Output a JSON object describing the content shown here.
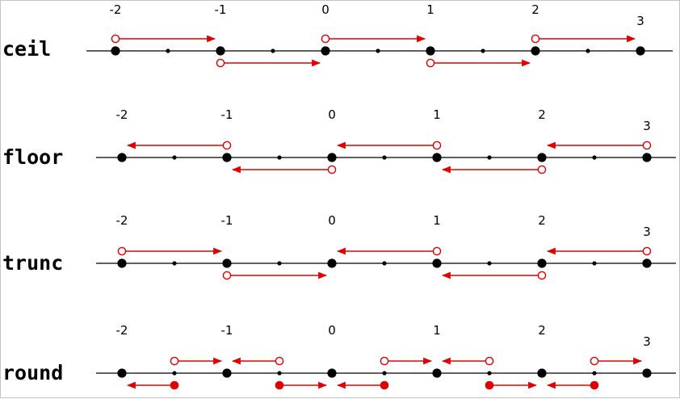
{
  "colors": {
    "axis": "#000000",
    "arrow": "#e10000"
  },
  "rows": [
    {
      "name": "ceil",
      "ticks": [
        "-2",
        "-1",
        "0",
        "1",
        "2",
        "3"
      ],
      "arrows": [
        {
          "from": -2,
          "to": -1,
          "open": true,
          "side": "above"
        },
        {
          "from": 0,
          "to": 1,
          "open": true,
          "side": "above"
        },
        {
          "from": 2,
          "to": 3,
          "open": true,
          "side": "above"
        },
        {
          "from": -1,
          "to": 0,
          "open": true,
          "side": "below"
        },
        {
          "from": 1,
          "to": 2,
          "open": true,
          "side": "below"
        }
      ]
    },
    {
      "name": "floor",
      "ticks": [
        "-2",
        "-1",
        "0",
        "1",
        "2",
        "3"
      ],
      "arrows": [
        {
          "from": -1,
          "to": -2,
          "open": true,
          "side": "above"
        },
        {
          "from": 1,
          "to": 0,
          "open": true,
          "side": "above"
        },
        {
          "from": 3,
          "to": 2,
          "open": true,
          "side": "above"
        },
        {
          "from": 0,
          "to": -1,
          "open": true,
          "side": "below"
        },
        {
          "from": 2,
          "to": 1,
          "open": true,
          "side": "below"
        }
      ]
    },
    {
      "name": "trunc",
      "ticks": [
        "-2",
        "-1",
        "0",
        "1",
        "2",
        "3"
      ],
      "arrows": [
        {
          "from": -2,
          "to": -1,
          "open": true,
          "side": "above"
        },
        {
          "from": 1,
          "to": 0,
          "open": true,
          "side": "above"
        },
        {
          "from": 3,
          "to": 2,
          "open": true,
          "side": "above"
        },
        {
          "from": -1,
          "to": 0,
          "open": true,
          "side": "below"
        },
        {
          "from": 2,
          "to": 1,
          "open": true,
          "side": "below"
        }
      ]
    },
    {
      "name": "round",
      "ticks": [
        "-2",
        "-1",
        "0",
        "1",
        "2",
        "3"
      ],
      "arrows": [
        {
          "from": -1.5,
          "to": -1,
          "open": true,
          "side": "above"
        },
        {
          "from": -0.5,
          "to": -1,
          "open": true,
          "side": "above"
        },
        {
          "from": 0.5,
          "to": 1,
          "open": true,
          "side": "above"
        },
        {
          "from": 1.5,
          "to": 1,
          "open": true,
          "side": "above"
        },
        {
          "from": 2.5,
          "to": 3,
          "open": true,
          "side": "above"
        },
        {
          "from": -1.5,
          "to": -2,
          "open": false,
          "side": "below"
        },
        {
          "from": -0.5,
          "to": 0,
          "open": false,
          "side": "below"
        },
        {
          "from": 0.5,
          "to": 0,
          "open": false,
          "side": "below"
        },
        {
          "from": 1.5,
          "to": 2,
          "open": false,
          "side": "below"
        },
        {
          "from": 2.5,
          "to": 2,
          "open": false,
          "side": "below"
        }
      ]
    }
  ]
}
